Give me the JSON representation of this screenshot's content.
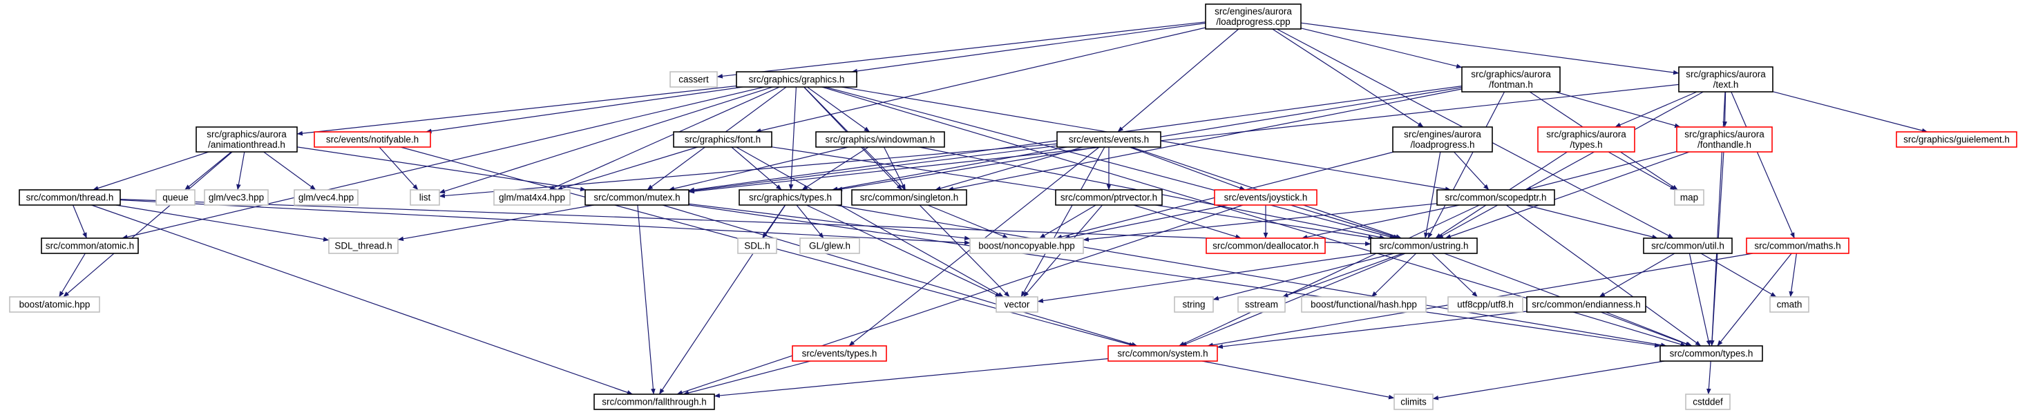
{
  "colors": {
    "background": "#ffffff",
    "edge": "#191970",
    "text": "#000000",
    "root_fill": "#bfbfbf",
    "border_documented": "#000000",
    "border_undocumented": "#ff0000",
    "border_external": "#bfbfbf"
  },
  "nodes": [
    {
      "id": "root",
      "lines": [
        "src/engines/aurora",
        "/loadprogress.cpp"
      ],
      "kind": "root"
    },
    {
      "id": "cassert",
      "lines": [
        "cassert"
      ],
      "kind": "external"
    },
    {
      "id": "graphics_h",
      "lines": [
        "src/graphics/graphics.h"
      ],
      "kind": "documented"
    },
    {
      "id": "fontman_h",
      "lines": [
        "src/graphics/aurora",
        "/fontman.h"
      ],
      "kind": "documented"
    },
    {
      "id": "text_h",
      "lines": [
        "src/graphics/aurora",
        "/text.h"
      ],
      "kind": "documented"
    },
    {
      "id": "animthread_h",
      "lines": [
        "src/graphics/aurora",
        "/animationthread.h"
      ],
      "kind": "documented"
    },
    {
      "id": "notifyable_h",
      "lines": [
        "src/events/notifyable.h"
      ],
      "kind": "undocumented"
    },
    {
      "id": "font_h",
      "lines": [
        "src/graphics/font.h"
      ],
      "kind": "documented"
    },
    {
      "id": "windowman_h",
      "lines": [
        "src/graphics/windowman.h"
      ],
      "kind": "documented"
    },
    {
      "id": "events_h",
      "lines": [
        "src/events/events.h"
      ],
      "kind": "documented"
    },
    {
      "id": "loadprogress_h",
      "lines": [
        "src/engines/aurora",
        "/loadprogress.h"
      ],
      "kind": "documented"
    },
    {
      "id": "aurora_types_h",
      "lines": [
        "src/graphics/aurora",
        "/types.h"
      ],
      "kind": "undocumented"
    },
    {
      "id": "fonthandle_h",
      "lines": [
        "src/graphics/aurora",
        "/fonthandle.h"
      ],
      "kind": "undocumented"
    },
    {
      "id": "guielement_h",
      "lines": [
        "src/graphics/guielement.h"
      ],
      "kind": "undocumented"
    },
    {
      "id": "thread_h",
      "lines": [
        "src/common/thread.h"
      ],
      "kind": "documented"
    },
    {
      "id": "queue",
      "lines": [
        "queue"
      ],
      "kind": "external"
    },
    {
      "id": "glm_vec3",
      "lines": [
        "glm/vec3.hpp"
      ],
      "kind": "external"
    },
    {
      "id": "glm_vec4",
      "lines": [
        "glm/vec4.hpp"
      ],
      "kind": "external"
    },
    {
      "id": "list",
      "lines": [
        "list"
      ],
      "kind": "external"
    },
    {
      "id": "glm_mat4",
      "lines": [
        "glm/mat4x4.hpp"
      ],
      "kind": "external"
    },
    {
      "id": "mutex_h",
      "lines": [
        "src/common/mutex.h"
      ],
      "kind": "documented"
    },
    {
      "id": "graphics_types_h",
      "lines": [
        "src/graphics/types.h"
      ],
      "kind": "documented"
    },
    {
      "id": "singleton_h",
      "lines": [
        "src/common/singleton.h"
      ],
      "kind": "documented"
    },
    {
      "id": "ptrvector_h",
      "lines": [
        "src/common/ptrvector.h"
      ],
      "kind": "documented"
    },
    {
      "id": "joystick_h",
      "lines": [
        "src/events/joystick.h"
      ],
      "kind": "undocumented"
    },
    {
      "id": "scopedptr_h",
      "lines": [
        "src/common/scopedptr.h"
      ],
      "kind": "documented"
    },
    {
      "id": "map",
      "lines": [
        "map"
      ],
      "kind": "external"
    },
    {
      "id": "atomic_h",
      "lines": [
        "src/common/atomic.h"
      ],
      "kind": "documented"
    },
    {
      "id": "sdl_thread",
      "lines": [
        "SDL_thread.h"
      ],
      "kind": "external"
    },
    {
      "id": "sdl_h",
      "lines": [
        "SDL.h"
      ],
      "kind": "external"
    },
    {
      "id": "gl_glew",
      "lines": [
        "GL/glew.h"
      ],
      "kind": "external"
    },
    {
      "id": "boost_noncopyable",
      "lines": [
        "boost/noncopyable.hpp"
      ],
      "kind": "external"
    },
    {
      "id": "deallocator_h",
      "lines": [
        "src/common/deallocator.h"
      ],
      "kind": "undocumented"
    },
    {
      "id": "ustring_h",
      "lines": [
        "src/common/ustring.h"
      ],
      "kind": "documented"
    },
    {
      "id": "util_h",
      "lines": [
        "src/common/util.h"
      ],
      "kind": "documented"
    },
    {
      "id": "maths_h",
      "lines": [
        "src/common/maths.h"
      ],
      "kind": "undocumented"
    },
    {
      "id": "boost_atomic",
      "lines": [
        "boost/atomic.hpp"
      ],
      "kind": "external"
    },
    {
      "id": "vector",
      "lines": [
        "vector"
      ],
      "kind": "external"
    },
    {
      "id": "string",
      "lines": [
        "string"
      ],
      "kind": "external"
    },
    {
      "id": "sstream",
      "lines": [
        "sstream"
      ],
      "kind": "external"
    },
    {
      "id": "boost_hash",
      "lines": [
        "boost/functional/hash.hpp"
      ],
      "kind": "external"
    },
    {
      "id": "utf8cpp",
      "lines": [
        "utf8cpp/utf8.h"
      ],
      "kind": "external"
    },
    {
      "id": "cmath",
      "lines": [
        "cmath"
      ],
      "kind": "external"
    },
    {
      "id": "endianness_h",
      "lines": [
        "src/common/endianness.h"
      ],
      "kind": "documented"
    },
    {
      "id": "events_types_h",
      "lines": [
        "src/events/types.h"
      ],
      "kind": "undocumented"
    },
    {
      "id": "system_h",
      "lines": [
        "src/common/system.h"
      ],
      "kind": "undocumented"
    },
    {
      "id": "common_types_h",
      "lines": [
        "src/common/types.h"
      ],
      "kind": "documented"
    },
    {
      "id": "fallthrough_h",
      "lines": [
        "src/common/fallthrough.h"
      ],
      "kind": "documented"
    },
    {
      "id": "climits",
      "lines": [
        "climits"
      ],
      "kind": "external"
    },
    {
      "id": "cstddef",
      "lines": [
        "cstddef"
      ],
      "kind": "external"
    }
  ],
  "edges": [
    [
      "root",
      "cassert"
    ],
    [
      "root",
      "graphics_h"
    ],
    [
      "root",
      "fontman_h"
    ],
    [
      "root",
      "text_h"
    ],
    [
      "root",
      "events_h"
    ],
    [
      "root",
      "loadprogress_h"
    ],
    [
      "root",
      "font_h"
    ],
    [
      "root",
      "util_h"
    ],
    [
      "graphics_h",
      "animthread_h"
    ],
    [
      "graphics_h",
      "notifyable_h"
    ],
    [
      "graphics_h",
      "windowman_h"
    ],
    [
      "graphics_h",
      "list"
    ],
    [
      "graphics_h",
      "glm_mat4"
    ],
    [
      "graphics_h",
      "mutex_h"
    ],
    [
      "graphics_h",
      "graphics_types_h"
    ],
    [
      "graphics_h",
      "singleton_h"
    ],
    [
      "graphics_h",
      "ustring_h"
    ],
    [
      "graphics_h",
      "atomic_h"
    ],
    [
      "graphics_h",
      "vector"
    ],
    [
      "graphics_h",
      "scopedptr_h"
    ],
    [
      "graphics_h",
      "common_types_h"
    ],
    [
      "fontman_h",
      "mutex_h"
    ],
    [
      "fontman_h",
      "singleton_h"
    ],
    [
      "fontman_h",
      "map"
    ],
    [
      "fontman_h",
      "fonthandle_h"
    ],
    [
      "fontman_h",
      "ustring_h"
    ],
    [
      "fontman_h",
      "graphics_types_h"
    ],
    [
      "text_h",
      "guielement_h"
    ],
    [
      "text_h",
      "aurora_types_h"
    ],
    [
      "text_h",
      "fonthandle_h"
    ],
    [
      "text_h",
      "ustring_h"
    ],
    [
      "text_h",
      "common_types_h"
    ],
    [
      "text_h",
      "maths_h"
    ],
    [
      "text_h",
      "mutex_h"
    ],
    [
      "animthread_h",
      "thread_h"
    ],
    [
      "animthread_h",
      "queue"
    ],
    [
      "animthread_h",
      "glm_vec3"
    ],
    [
      "animthread_h",
      "glm_vec4"
    ],
    [
      "animthread_h",
      "mutex_h"
    ],
    [
      "animthread_h",
      "boost_atomic"
    ],
    [
      "notifyable_h",
      "list"
    ],
    [
      "notifyable_h",
      "system_h"
    ],
    [
      "font_h",
      "glm_mat4"
    ],
    [
      "font_h",
      "graphics_types_h"
    ],
    [
      "font_h",
      "ustring_h"
    ],
    [
      "font_h",
      "vector"
    ],
    [
      "windowman_h",
      "mutex_h"
    ],
    [
      "windowman_h",
      "graphics_types_h"
    ],
    [
      "windowman_h",
      "singleton_h"
    ],
    [
      "windowman_h",
      "ustring_h"
    ],
    [
      "events_h",
      "list"
    ],
    [
      "events_h",
      "mutex_h"
    ],
    [
      "events_h",
      "graphics_types_h"
    ],
    [
      "events_h",
      "singleton_h"
    ],
    [
      "events_h",
      "ptrvector_h"
    ],
    [
      "events_h",
      "joystick_h"
    ],
    [
      "events_h",
      "events_types_h"
    ],
    [
      "events_h",
      "vector"
    ],
    [
      "events_h",
      "ustring_h"
    ],
    [
      "loadprogress_h",
      "scopedptr_h"
    ],
    [
      "loadprogress_h",
      "ustring_h"
    ],
    [
      "loadprogress_h",
      "boost_noncopyable"
    ],
    [
      "aurora_types_h",
      "map"
    ],
    [
      "aurora_types_h",
      "ustring_h"
    ],
    [
      "fonthandle_h",
      "scopedptr_h"
    ],
    [
      "fonthandle_h",
      "ustring_h"
    ],
    [
      "fonthandle_h",
      "common_types_h"
    ],
    [
      "thread_h",
      "atomic_h"
    ],
    [
      "thread_h",
      "sdl_thread"
    ],
    [
      "thread_h",
      "boost_noncopyable"
    ],
    [
      "thread_h",
      "ustring_h"
    ],
    [
      "thread_h",
      "fallthrough_h"
    ],
    [
      "mutex_h",
      "sdl_thread"
    ],
    [
      "mutex_h",
      "boost_noncopyable"
    ],
    [
      "mutex_h",
      "system_h"
    ],
    [
      "mutex_h",
      "fallthrough_h"
    ],
    [
      "mutex_h",
      "common_types_h"
    ],
    [
      "graphics_types_h",
      "sdl_h"
    ],
    [
      "graphics_types_h",
      "gl_glew"
    ],
    [
      "graphics_types_h",
      "vector"
    ],
    [
      "graphics_types_h",
      "common_types_h"
    ],
    [
      "graphics_types_h",
      "fallthrough_h"
    ],
    [
      "singleton_h",
      "boost_noncopyable"
    ],
    [
      "ptrvector_h",
      "boost_noncopyable"
    ],
    [
      "ptrvector_h",
      "deallocator_h"
    ],
    [
      "ptrvector_h",
      "vector"
    ],
    [
      "joystick_h",
      "boost_noncopyable"
    ],
    [
      "joystick_h",
      "deallocator_h"
    ],
    [
      "joystick_h",
      "ustring_h"
    ],
    [
      "joystick_h",
      "fallthrough_h"
    ],
    [
      "scopedptr_h",
      "boost_noncopyable"
    ],
    [
      "scopedptr_h",
      "deallocator_h"
    ],
    [
      "scopedptr_h",
      "system_h"
    ],
    [
      "scopedptr_h",
      "util_h"
    ],
    [
      "scopedptr_h",
      "common_types_h"
    ],
    [
      "atomic_h",
      "boost_atomic"
    ],
    [
      "ustring_h",
      "vector"
    ],
    [
      "ustring_h",
      "string"
    ],
    [
      "ustring_h",
      "sstream"
    ],
    [
      "ustring_h",
      "boost_hash"
    ],
    [
      "ustring_h",
      "utf8cpp"
    ],
    [
      "ustring_h",
      "system_h"
    ],
    [
      "ustring_h",
      "common_types_h"
    ],
    [
      "util_h",
      "cmath"
    ],
    [
      "util_h",
      "endianness_h"
    ],
    [
      "util_h",
      "common_types_h"
    ],
    [
      "maths_h",
      "cmath"
    ],
    [
      "maths_h",
      "system_h"
    ],
    [
      "maths_h",
      "common_types_h"
    ],
    [
      "endianness_h",
      "system_h"
    ],
    [
      "endianness_h",
      "common_types_h"
    ],
    [
      "events_types_h",
      "fallthrough_h"
    ],
    [
      "system_h",
      "fallthrough_h"
    ],
    [
      "system_h",
      "climits"
    ],
    [
      "common_types_h",
      "climits"
    ],
    [
      "common_types_h",
      "cstddef"
    ]
  ]
}
